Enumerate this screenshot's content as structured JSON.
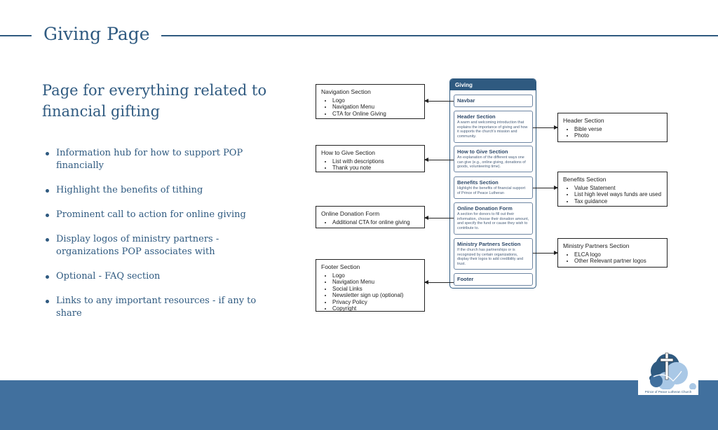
{
  "page": {
    "title": "Giving Page",
    "subtitle": "Page for everything related to financial gifting",
    "bullets": [
      "Information hub for how to support POP financially",
      "Highlight the benefits of tithing",
      "Prominent call to action for online giving",
      "Display logos of ministry partners - organizations POP associates with",
      "Optional - FAQ section",
      "Links to any important resources - if any to share"
    ]
  },
  "wireframe": {
    "title": "Giving",
    "sections": [
      {
        "title": "Navbar",
        "desc": ""
      },
      {
        "title": "Header Section",
        "desc": "A warm and welcoming introduction that explains the importance of giving and how it supports the church's mission and community."
      },
      {
        "title": "How to Give Section",
        "desc": "An explanation of the different ways one can give (e.g., online giving, donations of goods, volunteering time)."
      },
      {
        "title": "Benefits Section",
        "desc": "Highlight the benefits of financial support of Prince of Peace Lutheran"
      },
      {
        "title": "Online Donation Form",
        "desc": "A section for donors to fill out their information, choose their donation amount, and specify the fund or cause they wish to contribute to."
      },
      {
        "title": "Ministry Partners Section",
        "desc": "If the church has partnerships or is recognized by certain organizations, display their logos to add credibility and trust."
      },
      {
        "title": "Footer",
        "desc": ""
      }
    ]
  },
  "notes": {
    "nav": {
      "title": "Navigation Section",
      "items": [
        "Logo",
        "Navigation Menu",
        "CTA for Online Giving"
      ]
    },
    "howto": {
      "title": "How to Give Section",
      "items": [
        "List with descriptions",
        "Thank you note"
      ]
    },
    "donation": {
      "title": "Online Donation Form",
      "items": [
        "Additional CTA for online giving"
      ]
    },
    "footer": {
      "title": "Footer Section",
      "items": [
        "Logo",
        "Navigation Menu",
        "Social Links",
        "Newsletter sign up (optional)",
        "Privacy Policy",
        "Copyright"
      ]
    },
    "header": {
      "title": "Header Section",
      "items": [
        "Bible verse",
        "Photo"
      ]
    },
    "benefits": {
      "title": "Benefits Section",
      "items": [
        "Value Statement",
        "List high level ways funds are used",
        "Tax guidance"
      ]
    },
    "ministry": {
      "title": "Ministry Partners Section",
      "items": [
        "ELCA logo",
        "Other Relevant partner logos"
      ]
    }
  },
  "logo": {
    "caption": "Prince of Peace Lutheran Church"
  },
  "colors": {
    "primary": "#2f5a80",
    "band": "#41709e"
  }
}
